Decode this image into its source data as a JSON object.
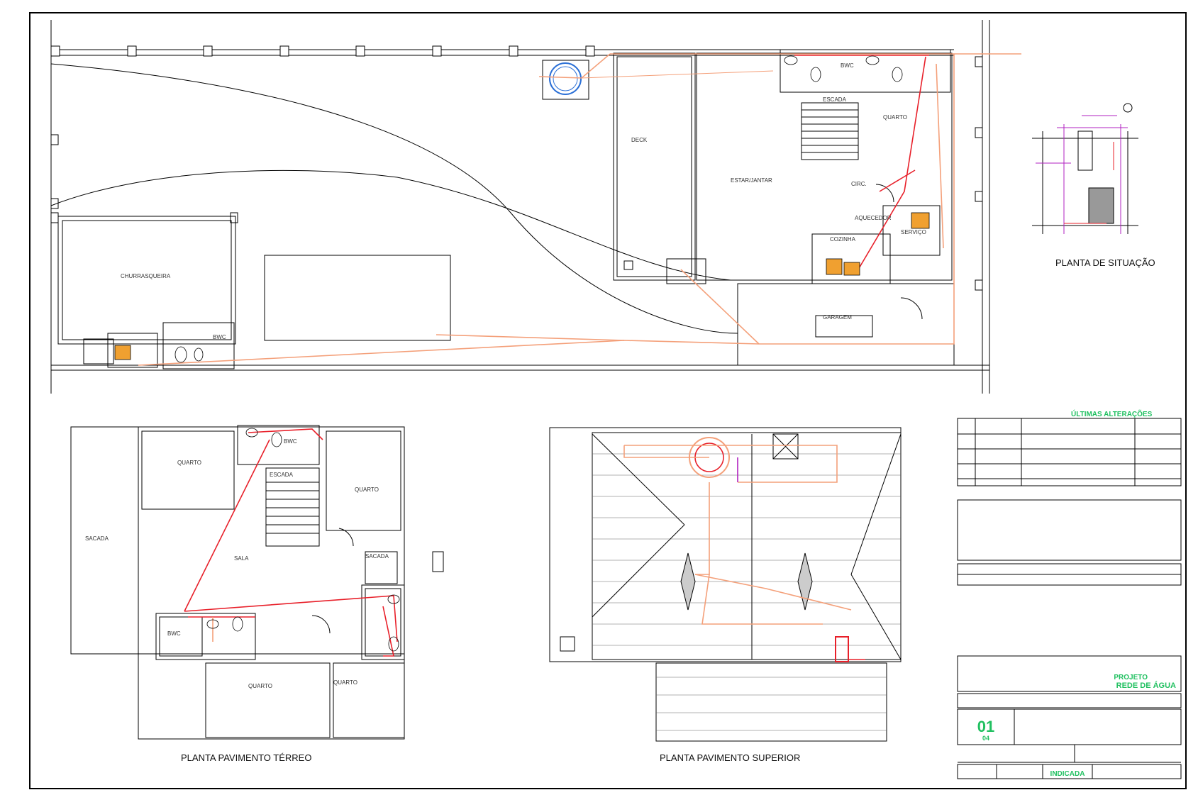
{
  "colors": {
    "wall": "#000000",
    "hot_pipe": "#e8202a",
    "cold_pipe": "#f4a07a",
    "dim_line": "#b020c0",
    "accent_green": "#20c060",
    "fixture_fill": "#f0a030"
  },
  "site_plan": {
    "rooms": [
      "CHURRASQUEIRA",
      "DECK",
      "ESTAR/JANTAR",
      "ESCADA",
      "QUARTO",
      "CIRC.",
      "AQUECEDOR",
      "SERVIÇO",
      "COZINHA",
      "GARAGEM",
      "BWC",
      "BWC"
    ]
  },
  "ground_floor": {
    "title": "PLANTA PAVIMENTO TÉRREO",
    "rooms": [
      "QUARTO",
      "QUARTO",
      "ESCADA",
      "BWC",
      "SACADA",
      "SALA",
      "SACADA",
      "BWC",
      "QUARTO",
      "QUARTO"
    ]
  },
  "upper_floor": {
    "title": "PLANTA PAVIMENTO SUPERIOR"
  },
  "situation": {
    "title": "PLANTA DE SITUAÇÃO"
  },
  "title_block": {
    "alterations_header": "ÚLTIMAS ALTERAÇÕES",
    "project_label": "PROJETO",
    "project_name": "REDE DE ÁGUA",
    "sheet_number": "01",
    "sheet_total": "04",
    "scale": "INDICADA"
  }
}
